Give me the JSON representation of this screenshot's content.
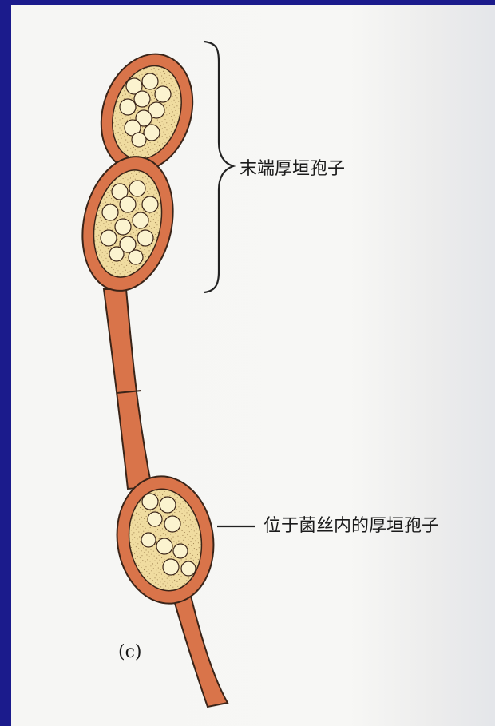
{
  "labels": {
    "terminal": "末端厚垣孢子",
    "intercalary": "位于菌丝内的厚垣孢子",
    "panel": "(c)"
  },
  "colors": {
    "background": "#1b1b8c",
    "paper": "#f6f6f4",
    "hypha_wall": "#d9744a",
    "spore_interior": "#f0dca0",
    "granule": "#fbf3cf",
    "outline": "#3a2418"
  }
}
